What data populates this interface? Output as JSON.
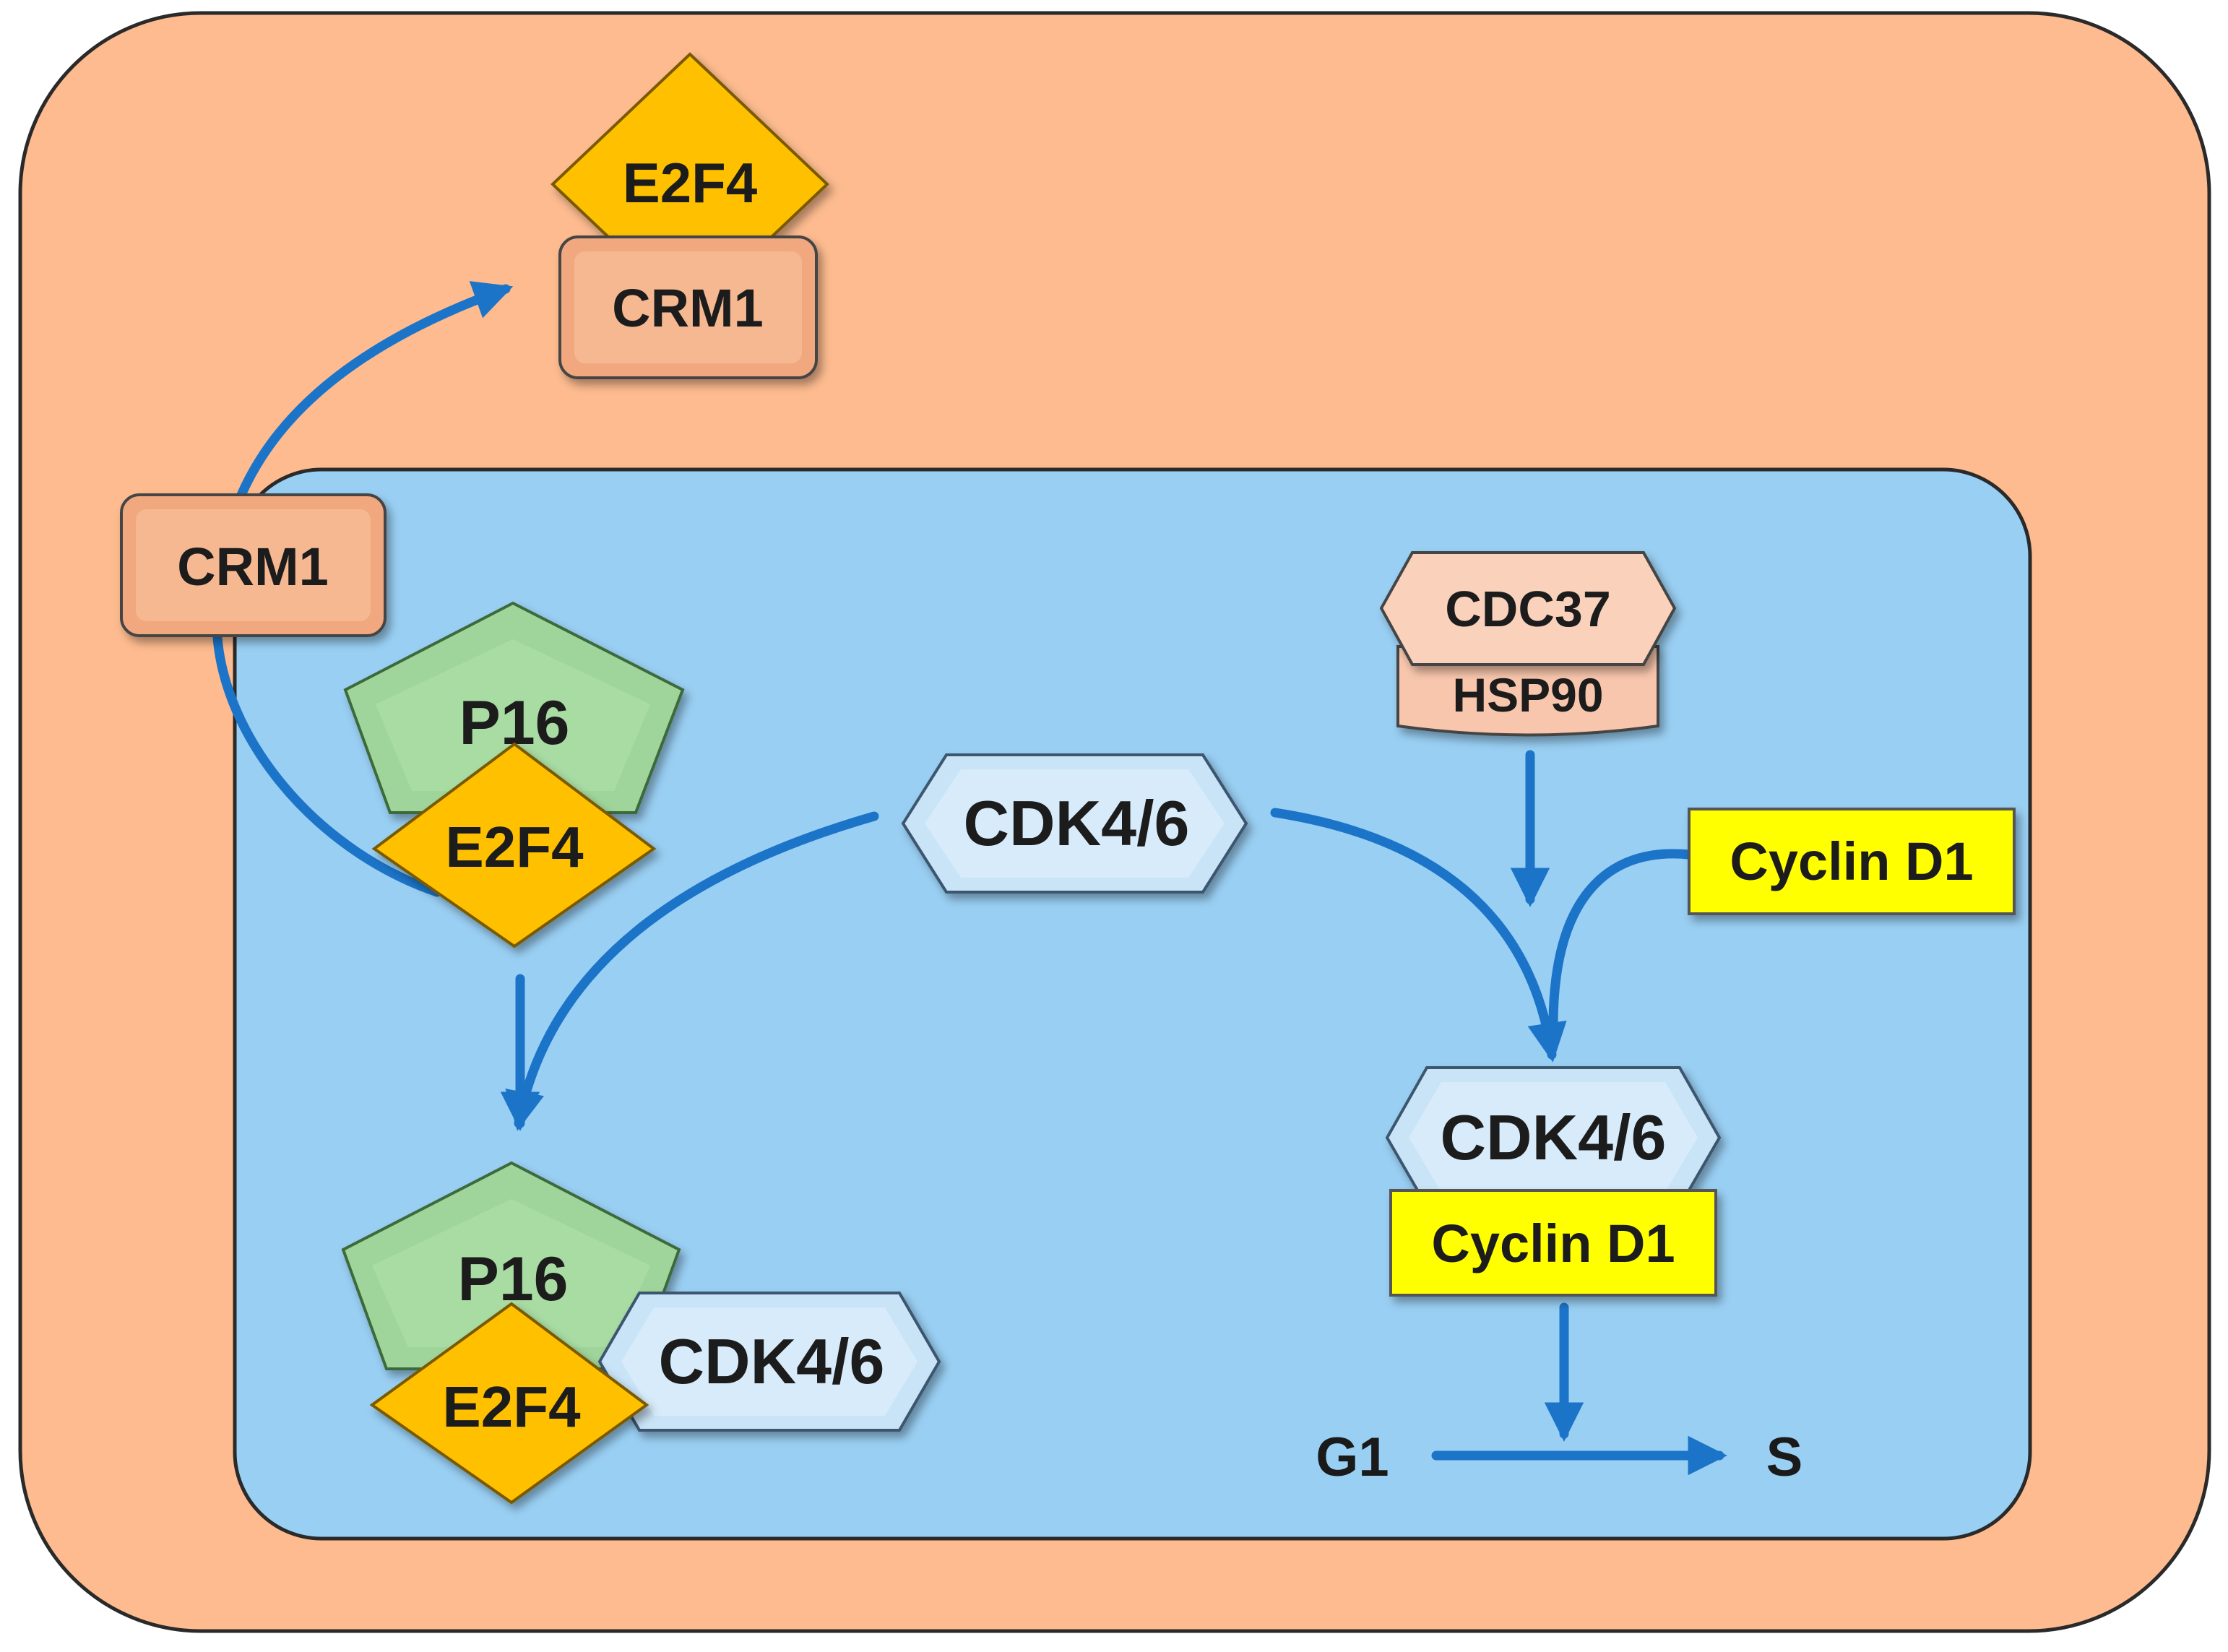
{
  "colors": {
    "cytoplasm": "#FDBB8F",
    "nucleus": "#99CFF3",
    "arrow": "#1C74C8",
    "crm1": "#F2A87F",
    "e2f4": "#FFC000",
    "p16": "#9FD59A",
    "cdk": "#C9E3F7",
    "cdc37": "#FAD2BC",
    "hsp90": "#F8C6AC",
    "cyclin": "#FFFF00"
  },
  "labels": {
    "e2f4_cytoplasm": "E2F4",
    "crm1_cytoplasm": "CRM1",
    "crm1_membrane": "CRM1",
    "p16_top": "P16",
    "e2f4_top": "E2F4",
    "cdk_center": "CDK4/6",
    "p16_bottom": "P16",
    "e2f4_bottom": "E2F4",
    "cdk_bottom_left": "CDK4/6",
    "cdc37": "CDC37",
    "hsp90": "HSP90",
    "cyclin_free": "Cyclin D1",
    "cdk_complex": "CDK4/6",
    "cyclin_complex": "Cyclin D1",
    "phase_g1": "G1",
    "phase_s": "S"
  }
}
